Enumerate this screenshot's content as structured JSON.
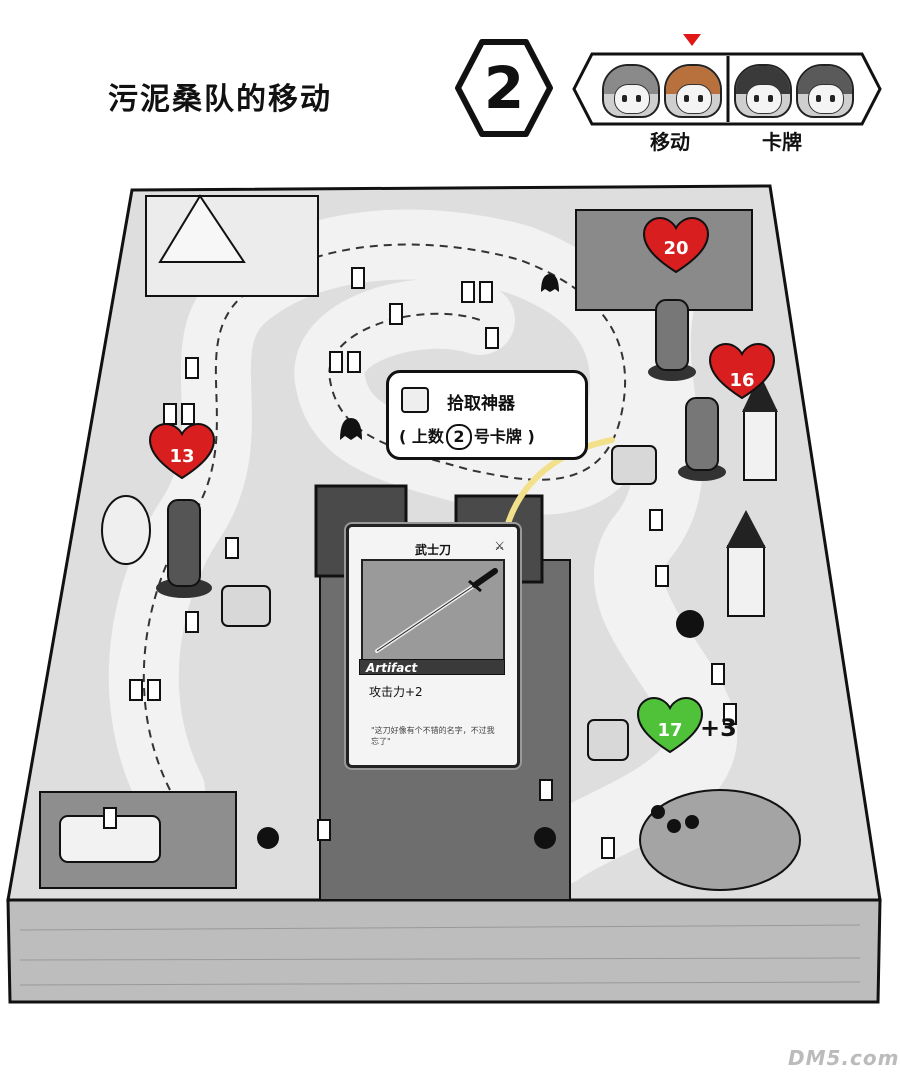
{
  "header": {
    "title": "污泥桑队的移动",
    "turn_number": "2"
  },
  "party": {
    "labels": {
      "move": "移动",
      "card": "卡牌"
    },
    "members": [
      {
        "name_icon": "girl-grey-hair-portrait"
      },
      {
        "name_icon": "girl-orange-hair-portrait",
        "active": true
      },
      {
        "name_icon": "girl-glasses-portrait"
      },
      {
        "name_icon": "girl-curly-hair-portrait"
      }
    ]
  },
  "board": {
    "hearts": [
      {
        "value": "20",
        "color": "#d81e1e"
      },
      {
        "value": "16",
        "color": "#d81e1e"
      },
      {
        "value": "13",
        "color": "#d81e1e"
      },
      {
        "value": "17",
        "color": "#4fc23a"
      }
    ],
    "bonus": "+3"
  },
  "event_bubble": {
    "title": "拾取神器",
    "line_prefix": "( 上数",
    "line_number": "2",
    "line_suffix": "号卡牌 )"
  },
  "card": {
    "name": "武士刀",
    "type": "Artifact",
    "effect": "攻击力+2",
    "flavor": "\"这刀好像有个不错的名字，不过我忘了\""
  },
  "watermark": "DM5.com",
  "colors": {
    "heart_red": "#d81e1e",
    "heart_green": "#4fc23a",
    "marker": "#e01818"
  }
}
